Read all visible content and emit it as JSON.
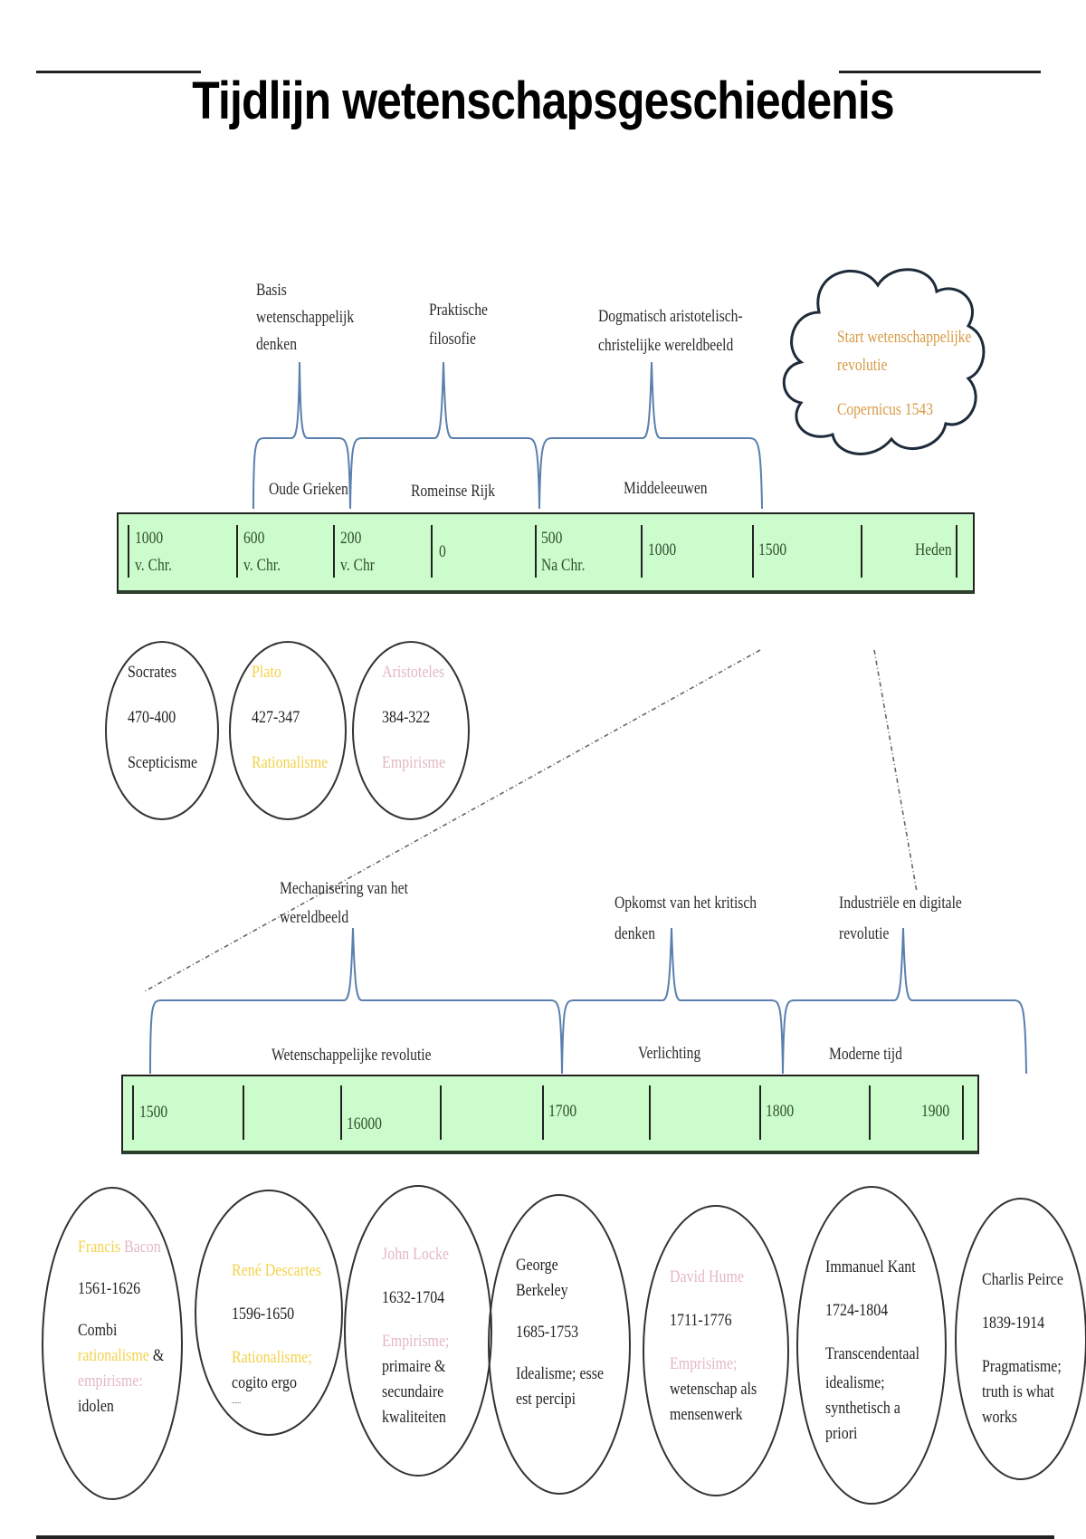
{
  "title": "Tijdlijn wetenschapsgeschiedenis",
  "colors": {
    "timeline_fill": "#ccfccc",
    "bracket": "#5a7fae",
    "rationalism": "#f3d24a",
    "empiricism": "#e3b9c3",
    "cloud_text": "#d79a45"
  },
  "timeline1": {
    "ticks": [
      {
        "line1": "1000",
        "line2": "v. Chr."
      },
      {
        "line1": "600",
        "line2": "v. Chr."
      },
      {
        "line1": "200",
        "line2": "v. Chr"
      },
      {
        "line1": "0",
        "line2": ""
      },
      {
        "line1": "500",
        "line2": "Na Chr."
      },
      {
        "line1": "1000",
        "line2": ""
      },
      {
        "line1": "1500",
        "line2": ""
      },
      {
        "line1": "Heden",
        "line2": ""
      }
    ],
    "periods": [
      {
        "name": "Oude Grieken",
        "theme_line1": "Basis",
        "theme_line2": "wetenschappelijk",
        "theme_line3": "denken"
      },
      {
        "name": "Romeinse Rijk",
        "theme_line1": "Praktische",
        "theme_line2": "filosofie"
      },
      {
        "name": "Middeleeuwen",
        "theme_line1": "Dogmatisch aristotelisch-",
        "theme_line2": "christelijke wereldbeeld"
      }
    ],
    "cloud": {
      "line1": "Start wetenschappelijke",
      "line2": "revolutie",
      "line3": "Copernicus 1543"
    }
  },
  "philosophers1": [
    {
      "name": "Socrates",
      "years": "470-400",
      "school": "Scepticisme"
    },
    {
      "name": "Plato",
      "years": "427-347",
      "school": "Rationalisme"
    },
    {
      "name": "Aristoteles",
      "years": "384-322",
      "school": "Empirisme"
    }
  ],
  "timeline2": {
    "ticks": [
      "1500",
      "16000",
      "1700",
      "1800",
      "1900"
    ],
    "periods": [
      {
        "name": "Wetenschappelijke revolutie",
        "theme_line1": "Mechanisering van het",
        "theme_line2": "wereldbeeld"
      },
      {
        "name": "Verlichting",
        "theme_line1": "Opkomst van het kritisch",
        "theme_line2": "denken"
      },
      {
        "name": "Moderne tijd",
        "theme_line1": "Industriële en digitale",
        "theme_line2": "revolutie"
      }
    ]
  },
  "philosophers2": [
    {
      "name_part1": "Francis",
      "name_part2": "Bacon",
      "years": "1561-1626",
      "desc1": "Combi",
      "desc2a": "rationalisme",
      "desc2b": "&",
      "desc3": "empirisme:",
      "desc4": "idolen"
    },
    {
      "name": "René Descartes",
      "years": "1596-1650",
      "desc1": "Rationalisme;",
      "desc2": "cogito ergo",
      "desc3": "......"
    },
    {
      "name": "John Locke",
      "years": "1632-1704",
      "desc1": "Empirisme;",
      "desc2": "primaire &",
      "desc3": "secundaire",
      "desc4": "kwaliteiten"
    },
    {
      "name1": "George",
      "name2": "Berkeley",
      "years": "1685-1753",
      "desc1": "Idealisme; esse",
      "desc2": "est percipi"
    },
    {
      "name": "David Hume",
      "years": "1711-1776",
      "desc1": "Emprisime;",
      "desc2": "wetenschap als",
      "desc3": "mensenwerk"
    },
    {
      "name": "Immanuel Kant",
      "years": "1724-1804",
      "desc1": "Transcendentaal",
      "desc2": "idealisme;",
      "desc3": "synthetisch a",
      "desc4": "priori"
    },
    {
      "name": "Charlis Peirce",
      "years": "1839-1914",
      "desc1": "Pragmatisme;",
      "desc2": "truth is what",
      "desc3": "works"
    }
  ]
}
